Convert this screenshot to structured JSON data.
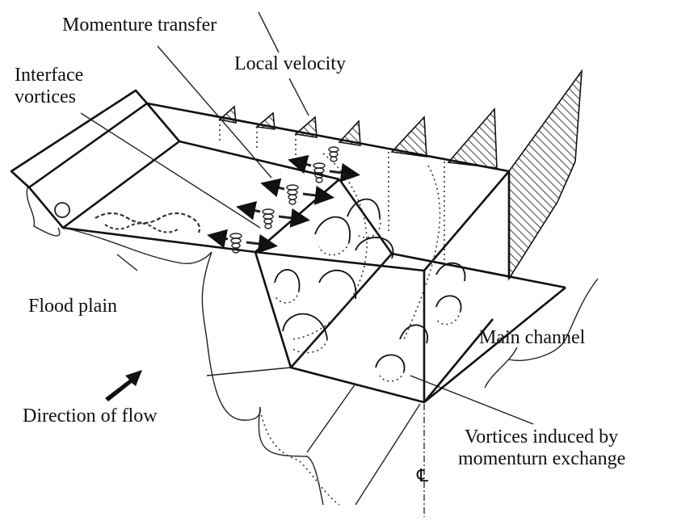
{
  "figure": {
    "labels": {
      "momentum_transfer": "Momenture transfer",
      "local_velocity": "Local velocity",
      "interface_vortices_line1": "Interface",
      "interface_vortices_line2": "vortices",
      "flood_plain": "Flood plain",
      "direction_of_flow": "Direction of flow",
      "main_channel": "Main channel",
      "vortices_induced_line1": "Vortices induced by",
      "vortices_induced_line2": "momenturn exchange",
      "centerline_symbol": "℄"
    },
    "colors": {
      "ink": "#111111",
      "background": "#ffffff"
    }
  }
}
